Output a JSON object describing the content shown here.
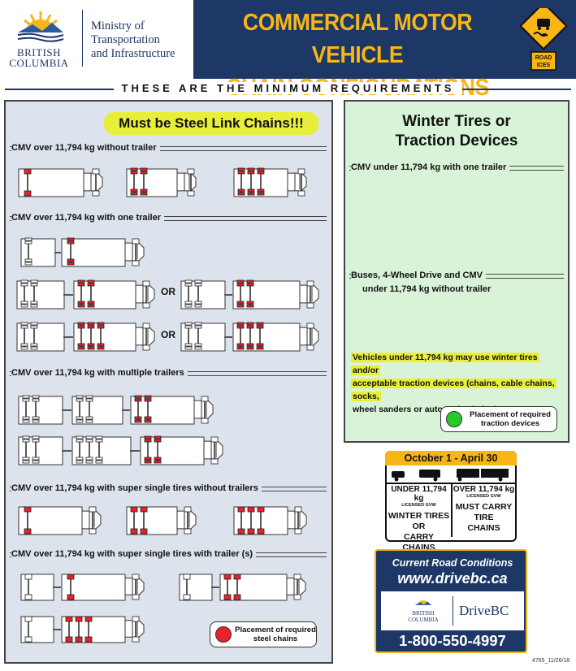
{
  "header": {
    "bc_logo_text": "BRITISH COLUMBIA",
    "ministry_lines": [
      "Ministry of",
      "Transportation",
      "and Infrastructure"
    ],
    "title_lines": [
      "COMMERCIAL MOTOR VEHICLE",
      "CHAIN CONFIGURATIONS"
    ],
    "sign_text": "ROAD ICES"
  },
  "subtitle": "THESE ARE THE MINIMUM REQUIREMENTS",
  "left_panel": {
    "banner": "Must be Steel Link Chains!!!",
    "or_label": "OR",
    "sections": [
      "CMV over 11,794 kg without trailer",
      "CMV over 11,794 kg with one trailer",
      "CMV over 11,794 kg with multiple trailers",
      "CMV over 11,794 kg with super single tires without trailers",
      "CMV over 11,794 kg with super single tires with trailer (s)"
    ],
    "legend": "Placement of required steel chains",
    "legend_color": "#e8212b"
  },
  "right_panel": {
    "title_lines": [
      "Winter Tires or",
      "Traction Devices"
    ],
    "sections": [
      "CMV under 11,794 kg with one trailer",
      "Buses, 4-Wheel Drive and CMV",
      "under 11,794 kg without trailer"
    ],
    "note_highlight_1": "Vehicles under 11,794 kg may use winter tires and/or",
    "note_highlight_2": "acceptable traction devices (chains, cable chains, socks,",
    "note_plain": "wheel sanders or automatic chains)",
    "legend": "Placement of required traction devices",
    "legend_color": "#27c82b"
  },
  "season_sign": {
    "dates": "October 1 - April 30",
    "left_title": "UNDER 11,794 kg",
    "left_sub": "LICENSED GVW",
    "left_body": [
      "WINTER TIRES",
      "OR",
      "CARRY CHAINS"
    ],
    "right_title": "OVER 11,794 kg",
    "right_sub": "LICENSED GVW",
    "right_body": [
      "MUST CARRY",
      "TIRE",
      "CHAINS"
    ]
  },
  "drivebc": {
    "heading": "Current Road Conditions",
    "url": "www.drivebc.ca",
    "logo_left": "BRITISH COLUMBIA",
    "logo_right": "DriveBC",
    "phone": "1-800-550-4997"
  },
  "footer_code": "4765_11/26/18",
  "colors": {
    "navy": "#1d3767",
    "gold": "#f7b615",
    "chain_red": "#e8212b",
    "traction_green": "#27c82b",
    "highlight": "#e8ef3a"
  }
}
